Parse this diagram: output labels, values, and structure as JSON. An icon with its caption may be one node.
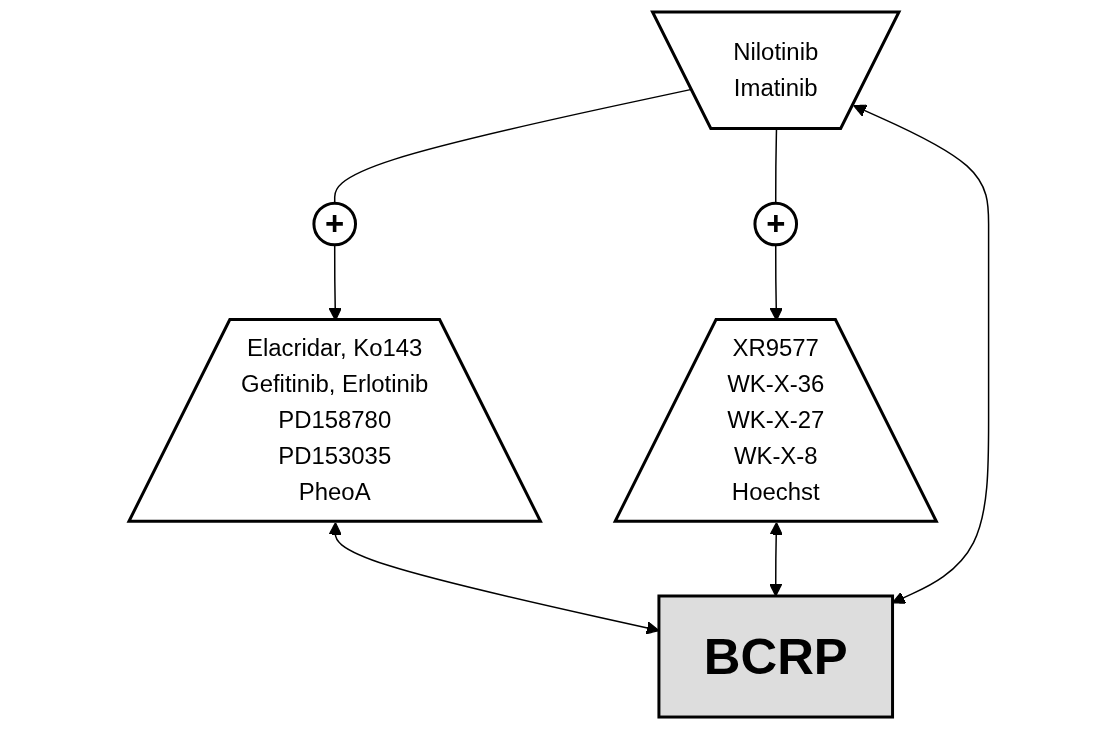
{
  "diagram": {
    "nodes": [
      {
        "text": [
          "Elacridar, Ko143",
          "Gefitinib, Erlotinib",
          "PD158780",
          "PD153035",
          "PheoA"
        ]
      },
      {
        "text": [
          "XR9577",
          "WK-X-36",
          "WK-X-27",
          "WK-X-8",
          "Hoechst"
        ]
      },
      {
        "text": [
          "+"
        ]
      },
      {
        "text": [
          "BCRP"
        ]
      },
      {
        "text": [
          "+"
        ]
      },
      {
        "text": [
          "Nilotinib",
          "Imatinib"
        ]
      }
    ],
    "edges": [
      {
        "from": 0,
        "to": 3,
        "arrow": "both"
      },
      {
        "from": 1,
        "to": 3,
        "arrow": "both"
      },
      {
        "from": 5,
        "to": 3,
        "arrow": "both"
      },
      {
        "from": 5,
        "to": 2,
        "arrow": "none"
      },
      {
        "from": 2,
        "to": 0,
        "arrow": "to"
      },
      {
        "from": 5,
        "to": 4,
        "arrow": "none"
      },
      {
        "from": 4,
        "to": 1,
        "arrow": "to"
      }
    ]
  }
}
